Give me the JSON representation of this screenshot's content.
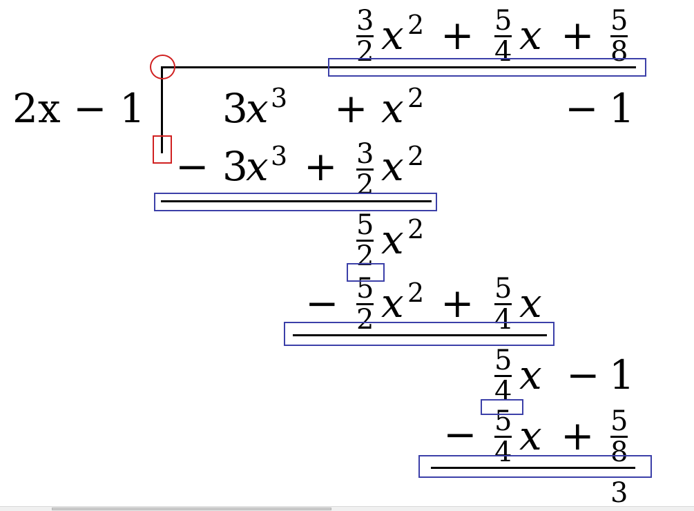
{
  "division": {
    "divisor": "2x − 1",
    "dividend": {
      "term1": {
        "coef": "3",
        "var": "x",
        "exp": "3"
      },
      "term2": {
        "sign": "+",
        "var": "x",
        "exp": "2"
      },
      "term3": {
        "sign": "−",
        "val": "1"
      }
    },
    "quotient": {
      "t1": {
        "num": "3",
        "den": "2",
        "var": "x",
        "exp": "2"
      },
      "op1": "+",
      "t2": {
        "num": "5",
        "den": "4",
        "var": "x"
      },
      "op2": "+",
      "t3": {
        "num": "5",
        "den": "8"
      }
    },
    "step1": {
      "sign": "−",
      "coef": "3",
      "var": "x",
      "exp": "3",
      "op": "+",
      "frac": {
        "num": "3",
        "den": "2"
      },
      "var2": "x",
      "exp2": "2"
    },
    "rem1": {
      "frac": {
        "num": "5",
        "den": "2"
      },
      "var": "x",
      "exp": "2"
    },
    "step2": {
      "sign": "−",
      "frac": {
        "num": "5",
        "den": "2"
      },
      "var": "x",
      "exp": "2",
      "op": "+",
      "frac2": {
        "num": "5",
        "den": "4"
      },
      "var2": "x"
    },
    "rem2": {
      "frac": {
        "num": "5",
        "den": "4"
      },
      "var": "x",
      "op": "−",
      "val": "1"
    },
    "step3": {
      "sign": "−",
      "frac": {
        "num": "5",
        "den": "4"
      },
      "var": "x",
      "op": "+",
      "frac2": {
        "num": "5",
        "den": "8"
      }
    },
    "remainder": "3"
  },
  "colors": {
    "ink": "#000000",
    "highlight_blue": "#3b3fa8",
    "marker_red": "#d02020",
    "background": "#ffffff"
  },
  "icons": {
    "corner_marker": "red-circle-handle",
    "cursor_marker": "red-rectangle-cursor"
  }
}
